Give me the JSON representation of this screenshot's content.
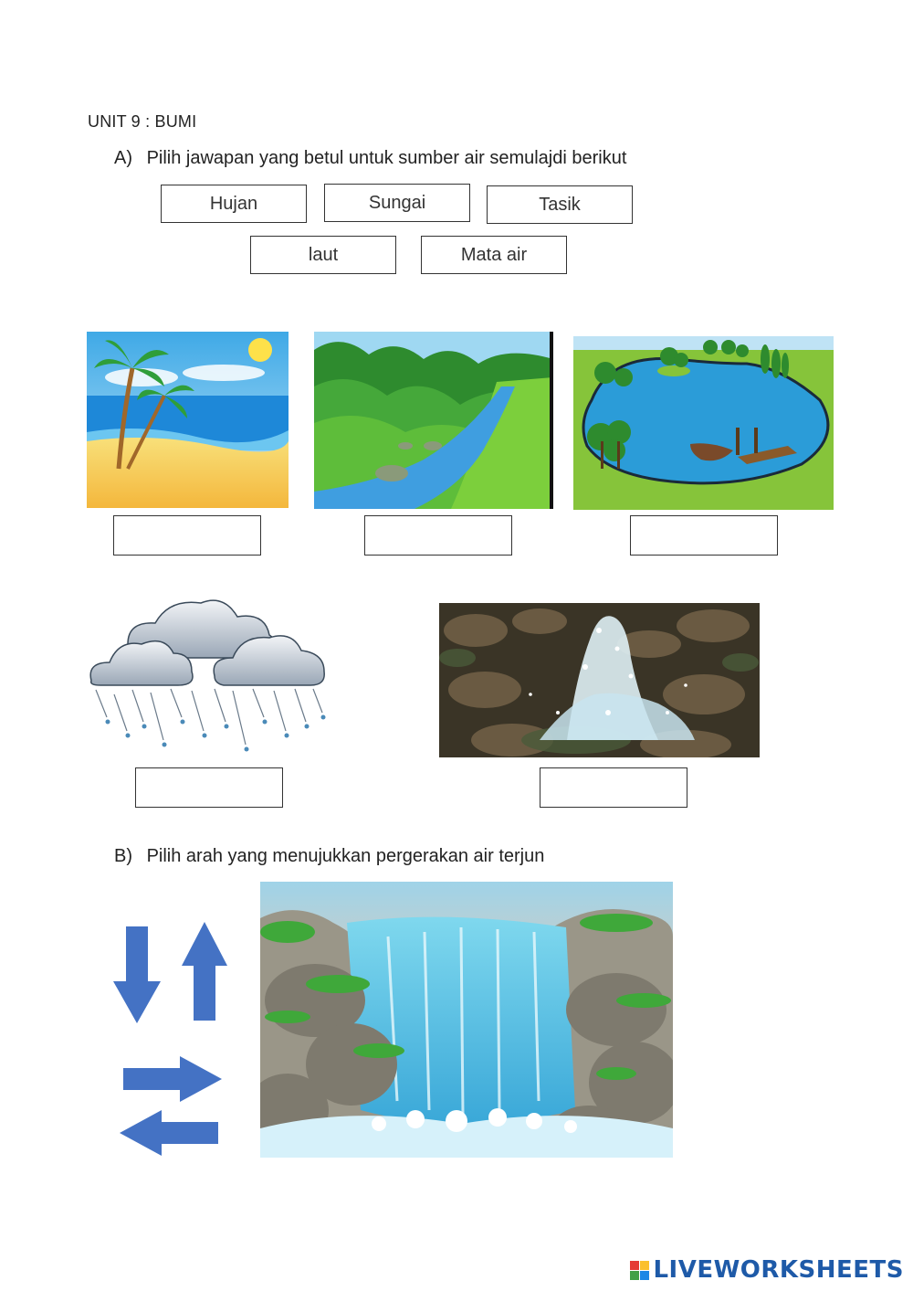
{
  "worksheet": {
    "title": "UNIT 9 : BUMI",
    "section_a": {
      "label": "A)",
      "instruction": "Pilih jawapan yang betul untuk sumber air semulajdi berikut",
      "choices": [
        "Hujan",
        "Sungai",
        "Tasik",
        "laut",
        "Mata air"
      ]
    },
    "section_b": {
      "label": "B)",
      "instruction": "Pilih arah yang menujukkan pergerakan air terjun"
    },
    "arrow_color": "#4472c4"
  },
  "footer": {
    "logo_text": "LIVEWORKSHEETS"
  }
}
